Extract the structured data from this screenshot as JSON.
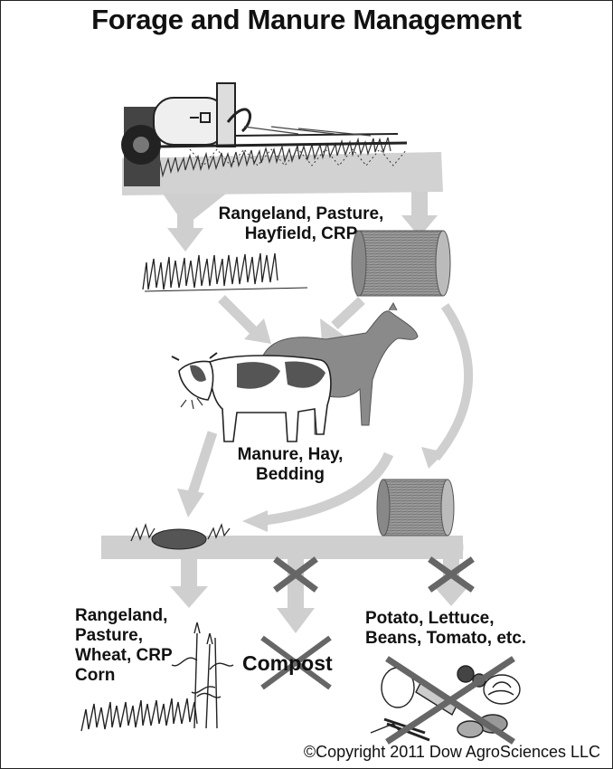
{
  "title": "Forage and Manure Management",
  "labels": {
    "top": [
      "Rangeland, Pasture,",
      "Hayfield, CRP"
    ],
    "middle": [
      "Manure, Hay,",
      "Bedding"
    ],
    "left": [
      "Rangeland,",
      "Pasture,",
      "Wheat, CRP",
      "Corn"
    ],
    "right": [
      "Potato, Lettuce,",
      "Beans, Tomato, etc."
    ],
    "compost": "Compost"
  },
  "copyright": "©Copyright 2011 Dow AgroSciences LLC",
  "colors": {
    "arrow": "#cfcfcf",
    "cross": "#666666",
    "ink": "#222222"
  },
  "icons": [
    "sprayer-icon",
    "grass-icon",
    "hay-bale-icon",
    "horse-icon",
    "cow-icon",
    "manure-pile-icon",
    "corn-stalk-icon",
    "vegetables-icon"
  ]
}
